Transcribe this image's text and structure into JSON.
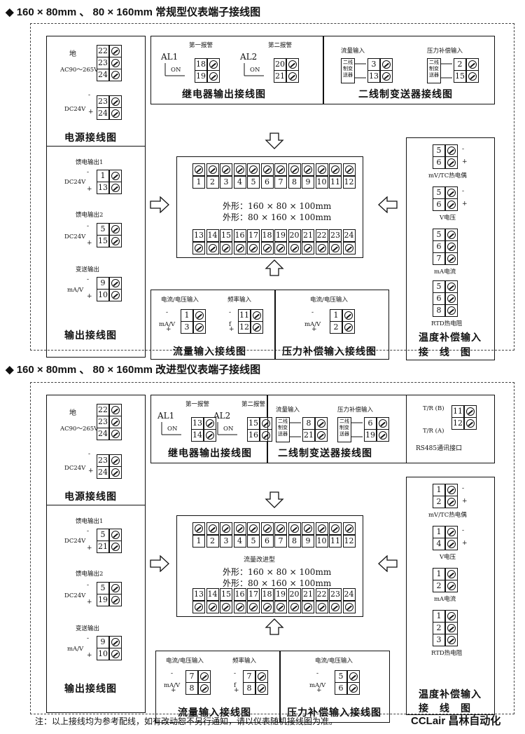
{
  "sections": [
    {
      "title": "◆ 160 × 80mm 、 80 × 160mm 常规型仪表端子接线图"
    },
    {
      "title": "◆ 160 × 80mm 、 80 × 160mm 改进型仪表端子接线图"
    }
  ],
  "power": {
    "ground": "地",
    "ac": "AC90～265V",
    "dc": "DC24V",
    "caption": "电源接线图",
    "ac_terms": [
      "22",
      "23",
      "24"
    ],
    "dc_terms": [
      "23",
      "24"
    ]
  },
  "relay": {
    "al1": "AL1",
    "al2": "AL2",
    "on": "ON",
    "alarm1": "第一报警",
    "alarm2": "第二报警",
    "caption": "继电器输出接线图"
  },
  "relay_terms_a": {
    "al1": [
      "18",
      "19"
    ],
    "al2": [
      "20",
      "21"
    ]
  },
  "relay_terms_b": {
    "al1": [
      "13",
      "14"
    ],
    "al2": [
      "15",
      "16"
    ]
  },
  "transmitter": {
    "flow": "流量输入",
    "pressure": "压力补偿输入",
    "box_text": "二线制变送器",
    "caption": "二线制变送器接线图"
  },
  "trans_terms_a": {
    "flow": [
      "3",
      "13"
    ],
    "pressure": [
      "2",
      "15"
    ]
  },
  "trans_terms_b": {
    "flow": [
      "8",
      "21"
    ],
    "pressure": [
      "6",
      "19"
    ]
  },
  "output": {
    "feed1": "馈电输出1",
    "feed2": "馈电输出2",
    "retrans": "变送输出",
    "dc": "DC24V",
    "ma": "mA/V",
    "caption": "输出接线图"
  },
  "output_terms_a": {
    "feed1": [
      "1",
      "13"
    ],
    "feed2": [
      "5",
      "15"
    ],
    "retrans": [
      "9",
      "10"
    ]
  },
  "output_terms_b": {
    "feed1": [
      "5",
      "21"
    ],
    "feed2": [
      "5",
      "19"
    ],
    "retrans": [
      "9",
      "10"
    ]
  },
  "center": {
    "top_terms": [
      "1",
      "2",
      "3",
      "4",
      "5",
      "6",
      "7",
      "8",
      "9",
      "10",
      "11",
      "12"
    ],
    "bottom_terms": [
      "13",
      "14",
      "15",
      "16",
      "17",
      "18",
      "19",
      "20",
      "21",
      "22",
      "23",
      "24"
    ],
    "dim1": "外形：160 × 80 × 100mm",
    "dim2": "外形：80 × 160 × 100mm",
    "improved_label": "流量改进型"
  },
  "flow_input": {
    "cv": "电流/电压输入",
    "freq": "频率输入",
    "ma": "mA/V",
    "f": "f",
    "caption": "流量输入接线图"
  },
  "flow_terms_a": {
    "cv": [
      "1",
      "3"
    ],
    "freq": [
      "11",
      "12"
    ]
  },
  "flow_terms_b": {
    "cv": [
      "7",
      "8"
    ],
    "freq": [
      "7",
      "8"
    ]
  },
  "pressure_input": {
    "cv": "电流/电压输入",
    "ma": "mA/V",
    "caption": "压力补偿输入接线图"
  },
  "pres_terms_a": [
    "1",
    "2"
  ],
  "pres_terms_b": [
    "5",
    "6"
  ],
  "temp": {
    "tc": "mV/TC热电偶",
    "v": "V电压",
    "ma": "mA电流",
    "rtd": "RTD热电阻",
    "caption1": "温度补偿输入",
    "caption2": "接　线　图"
  },
  "temp_terms_a": {
    "tc": [
      "5",
      "6"
    ],
    "v": [
      "5",
      "6"
    ],
    "ma": [
      "5",
      "6",
      "7"
    ],
    "rtd": [
      "5",
      "6",
      "8"
    ]
  },
  "temp_terms_b": {
    "tc": [
      "1",
      "2"
    ],
    "v": [
      "1",
      "4"
    ],
    "ma": [
      "1",
      "2"
    ],
    "rtd": [
      "1",
      "2",
      "3"
    ]
  },
  "rs485": {
    "trb": "T/R (B)",
    "tra": "T/R (A)",
    "caption": "RS485通讯接口",
    "terms": [
      "11",
      "12"
    ]
  },
  "footer": {
    "note": "注：以上接线均为参考配线，如有改动恕不另行通知，请以仪表随机接线图为准。",
    "brand": "CCLair 昌林自动化"
  }
}
